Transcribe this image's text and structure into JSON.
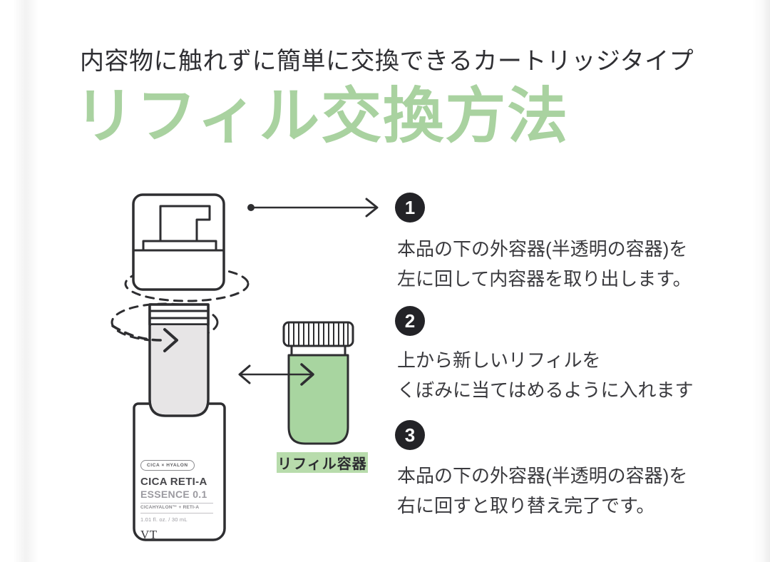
{
  "header": {
    "subtitle": "内容物に触れずに簡単に交換できるカートリッジタイプ",
    "title": "リフィル交換方法"
  },
  "steps": [
    {
      "number": "1",
      "lines": [
        "本品の下の外容器(半透明の容器)を",
        "左に回して内容器を取り出します。"
      ]
    },
    {
      "number": "2",
      "lines": [
        "上から新しいリフィルを",
        "くぼみに当てはめるように入れます"
      ]
    },
    {
      "number": "3",
      "lines": [
        "本品の下の外容器(半透明の容器)を",
        "右に回すと取り替え完了です。"
      ]
    }
  ],
  "diagram": {
    "refill_label": "リフィル容器"
  },
  "product_label": {
    "badge": "CICA × HYALON",
    "name": "CICA RETI-A",
    "essence": "ESSENCE 0.1",
    "sub": "CICAHYALON™ + RETI-A",
    "volume": "1.01 fl. oz. / 30 mL",
    "brand": "VT"
  },
  "colors": {
    "title_green": "#a9d2a0",
    "refill_bottle_green": "#a8d5a0",
    "refill_label_bg": "#b8dcac",
    "inner_bottle_gray": "#e7e5e6",
    "outline": "#2e2e31",
    "text": "#3a3a3e",
    "badge_bg": "#232327"
  }
}
